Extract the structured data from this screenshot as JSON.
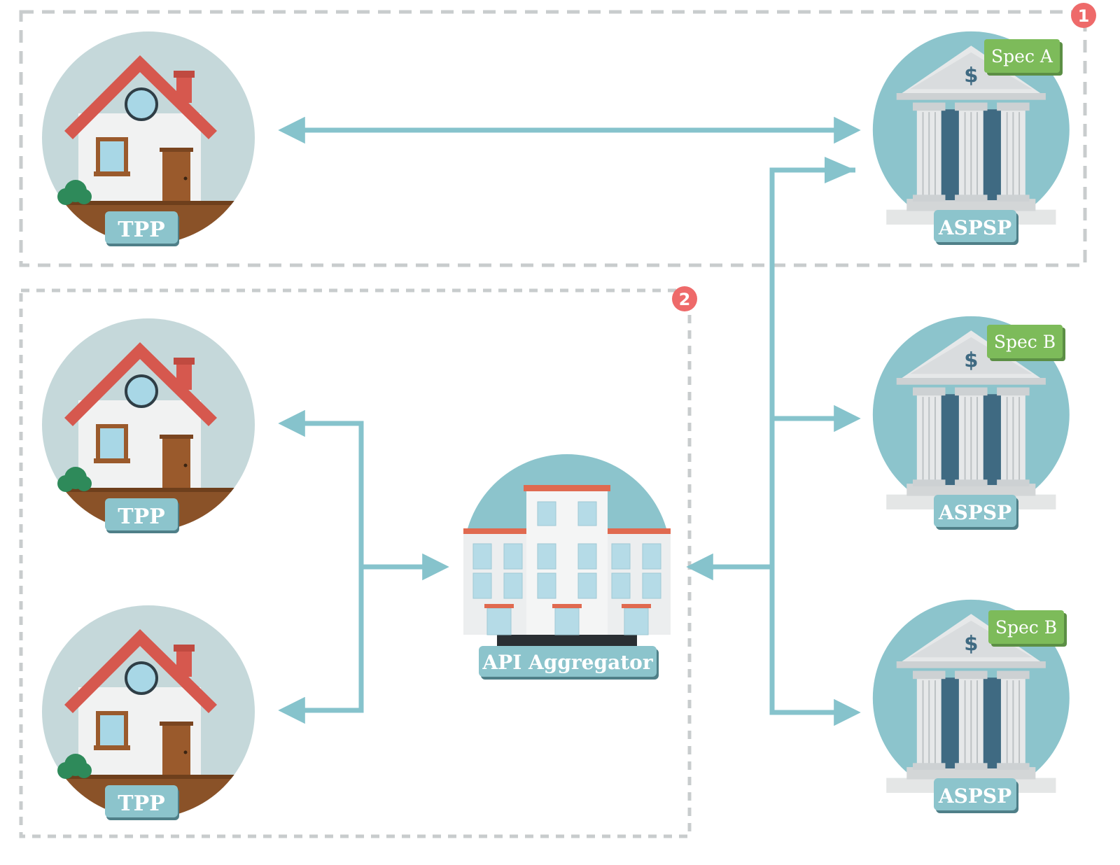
{
  "groups": [
    {
      "badge": "1"
    },
    {
      "badge": "2"
    }
  ],
  "tpps": [
    {
      "label": "TPP"
    },
    {
      "label": "TPP"
    },
    {
      "label": "TPP"
    }
  ],
  "aggregator": {
    "label": "API Aggregator"
  },
  "aspsps": [
    {
      "label": "ASPSP",
      "spec": "Spec A"
    },
    {
      "label": "ASPSP",
      "spec": "Spec B"
    },
    {
      "label": "ASPSP",
      "spec": "Spec B"
    }
  ],
  "colors": {
    "circle_blue": "#8cc4cc",
    "house_bg": "#c5d8da",
    "arrow": "#86c3cc",
    "label_bg": "#8cc4cc",
    "spec_green": "#7dbb5a",
    "badge_red": "#ee6a6a",
    "roof_red": "#d6584e",
    "bank_dark": "#3f6a82",
    "door_brown": "#9a5a2c",
    "ground_brown": "#8a5228",
    "dash_gray": "#c8cccd"
  }
}
